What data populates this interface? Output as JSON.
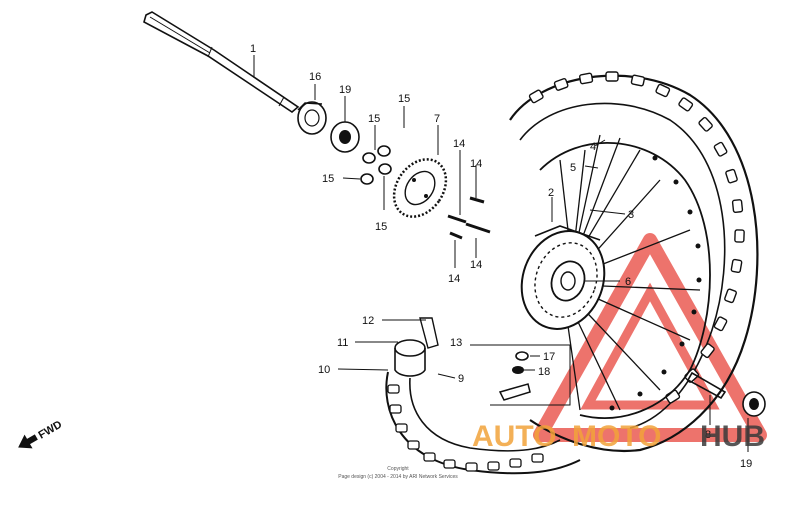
{
  "diagram": {
    "callouts": {
      "c1": "1",
      "c2": "2",
      "c3": "3",
      "c4": "4",
      "c5": "5",
      "c6": "6",
      "c7": "7",
      "c8": "8",
      "c9": "9",
      "c10": "10",
      "c11": "11",
      "c12": "12",
      "c13": "13",
      "c14a": "14",
      "c14b": "14",
      "c14c": "14",
      "c14d": "14",
      "c15a": "15",
      "c15b": "15",
      "c15c": "15",
      "c15d": "15",
      "c16": "16",
      "c17": "17",
      "c18": "18",
      "c19a": "19",
      "c19b": "19"
    },
    "fwd_label": "FWD",
    "copyright": {
      "line1": "Copyright",
      "line2": "Page design (c) 2004 - 2014 by ARI Network Services"
    }
  },
  "watermark": {
    "auto": "AUTO",
    "moto": "MOTO",
    "hub": "HUB",
    "colors": {
      "red": "#e8453c",
      "orange": "#f2a33a",
      "dark": "#3a3a3a"
    }
  }
}
